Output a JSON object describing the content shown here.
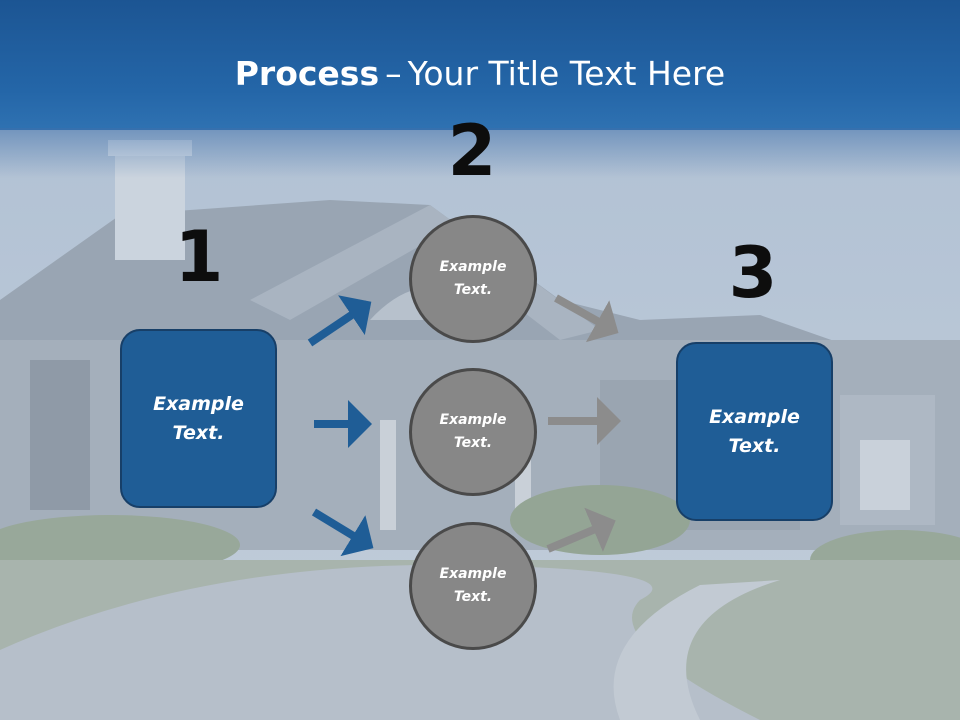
{
  "slide": {
    "title_bold": "Process",
    "title_dash": "–",
    "title_rest": "Your Title Text Here"
  },
  "steps": {
    "step1": {
      "number": "1",
      "line1": "Example",
      "line2": "Text."
    },
    "step2": {
      "number": "2",
      "circles": [
        {
          "line1": "Example",
          "line2": "Text."
        },
        {
          "line1": "Example",
          "line2": "Text."
        },
        {
          "line1": "Example",
          "line2": "Text."
        }
      ]
    },
    "step3": {
      "number": "3",
      "line1": "Example",
      "line2": "Text."
    }
  },
  "colors": {
    "box_fill": "#1f5d96",
    "circle_fill": "#878787",
    "blue_arrow": "#1f5d96",
    "gray_arrow": "#8c8c8c"
  }
}
